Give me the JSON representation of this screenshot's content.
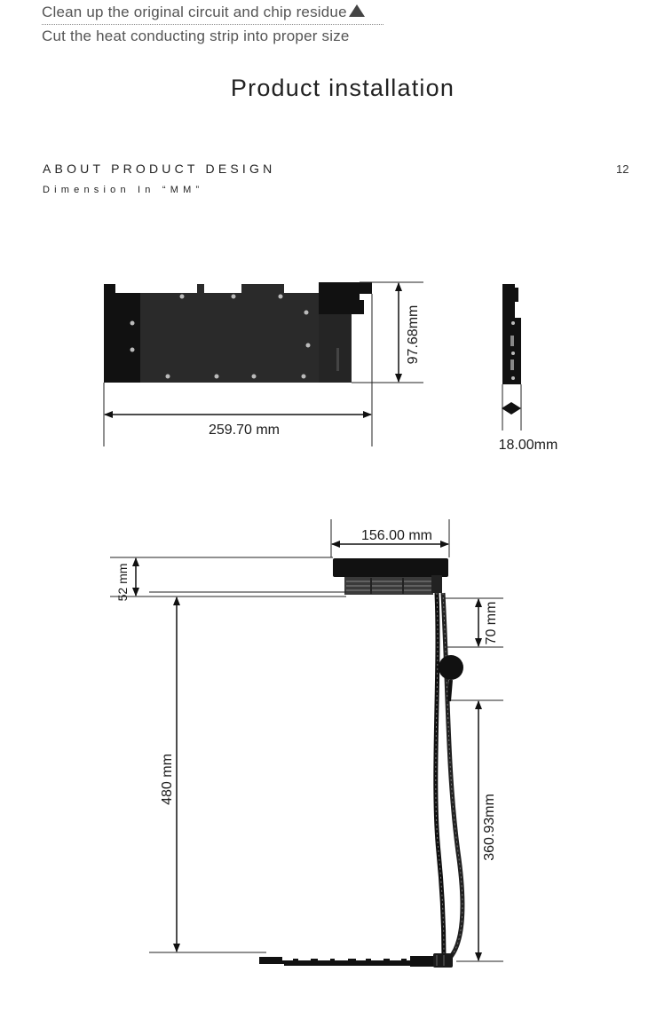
{
  "steps": {
    "line1": "Clean up the original circuit and chip residue",
    "line2": "Cut the heat conducting strip into proper size"
  },
  "page_title": "Product installation",
  "section": {
    "heading": "ABOUT PRODUCT DESIGN",
    "subheading": "Dimension In “MM”",
    "page_number": "12"
  },
  "dimensions": {
    "length": "259.70 mm",
    "height": "97.68mm",
    "thickness": "18.00mm",
    "radiator_width": "156.00 mm",
    "radiator_thickness": "52 mm",
    "tube_length": "480 mm",
    "fan_offset": "70 mm",
    "pump_to_card": "360.93mm"
  }
}
